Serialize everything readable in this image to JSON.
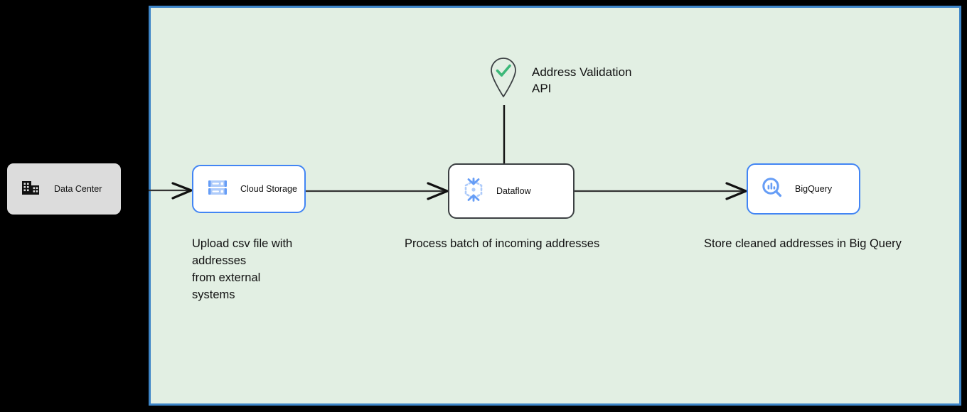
{
  "canvas": {
    "background_color": "#e2efe3",
    "border_color": "#3d85c8",
    "outside_background": "#000000"
  },
  "diagram": {
    "type": "architecture-flow",
    "accent_color": "#4285f4",
    "selected_border_color": "#3c4043"
  },
  "datacenter": {
    "label": "Data Center",
    "icon": "building-icon",
    "background_color": "#dcdcdc"
  },
  "nodes": [
    {
      "id": "cloud-storage",
      "label": "Cloud Storage",
      "icon": "cloud-storage-icon",
      "selected": false
    },
    {
      "id": "dataflow",
      "label": "Dataflow",
      "icon": "dataflow-icon",
      "selected": true
    },
    {
      "id": "bigquery",
      "label": "BigQuery",
      "icon": "bigquery-icon",
      "selected": false
    }
  ],
  "api": {
    "label": "Address Validation\nAPI",
    "icon": "map-pin-check-icon",
    "check_color": "#3cb878",
    "pin_stroke_color": "#3c4043"
  },
  "captions": {
    "upload": "Upload csv file with addresses\nfrom external\nsystems",
    "process": "Process batch of incoming addresses",
    "store": "Store cleaned addresses in Big Query"
  },
  "connectors": [
    {
      "id": "datacenter-to-cloud-storage",
      "arrow": true
    },
    {
      "id": "cloud-storage-to-dataflow",
      "arrow": true
    },
    {
      "id": "dataflow-to-bigquery",
      "arrow": true
    },
    {
      "id": "api-to-dataflow",
      "arrow": false
    }
  ]
}
